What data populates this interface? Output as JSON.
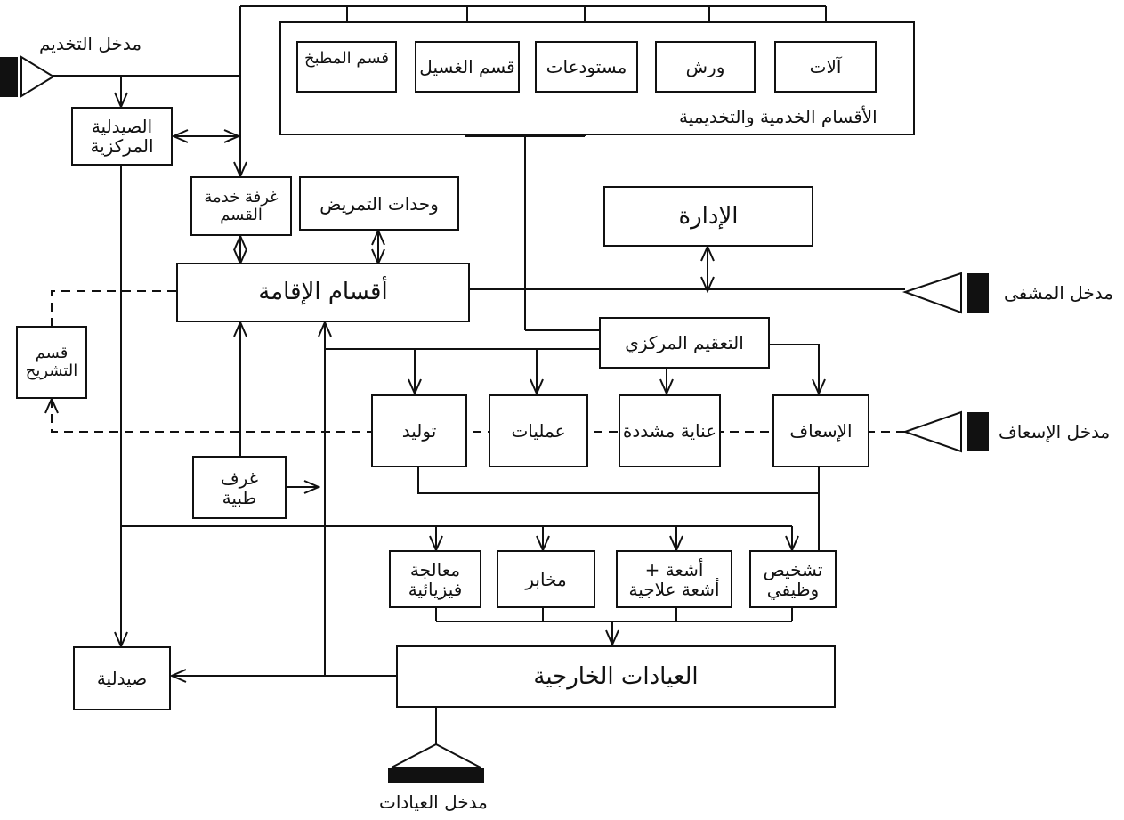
{
  "entrances": {
    "service": "مدخل التخديم",
    "hospital": "مدخل المشفى",
    "emergency": "مدخل الإسعاف",
    "clinics": "مدخل العيادات"
  },
  "service_departments": {
    "group_label": "الأقسام الخدمية والتخديمية",
    "kitchen": "قسم المطبخ",
    "laundry": "قسم الغسيل",
    "stores": "مستودعات",
    "workshops": "ورش",
    "machines": "آلات"
  },
  "boxes": {
    "central_pharmacy": [
      "الصيدلية",
      "المركزية"
    ],
    "ward_service_room": [
      "غرفة خدمة",
      "القسم"
    ],
    "nursing_units": "وحدات التمريض",
    "administration": "الإدارة",
    "inpatient_departments": "أقسام الإقامة",
    "central_sterilization": "التعقيم المركزي",
    "anatomy": [
      "قسم",
      "التشريح"
    ],
    "obstetrics": "توليد",
    "operations": "عمليات",
    "intensive_care": "عناية مشددة",
    "emergency": "الإسعاف",
    "medical_rooms": [
      "غرف",
      "طبية"
    ],
    "physiotherapy": [
      "معالجة",
      "فيزيائية"
    ],
    "labs": "مخابر",
    "radiology": [
      "أشعة +",
      "أشعة علاجية"
    ],
    "functional_diagnosis": [
      "تشخيص",
      "وظيفي"
    ],
    "pharmacy": "صيدلية",
    "outpatient_clinics": "العيادات الخارجية"
  },
  "icons": {
    "entrance_marker": "entrance-triangle-icon"
  },
  "colors": {
    "line": "#111111",
    "background": "#ffffff"
  }
}
